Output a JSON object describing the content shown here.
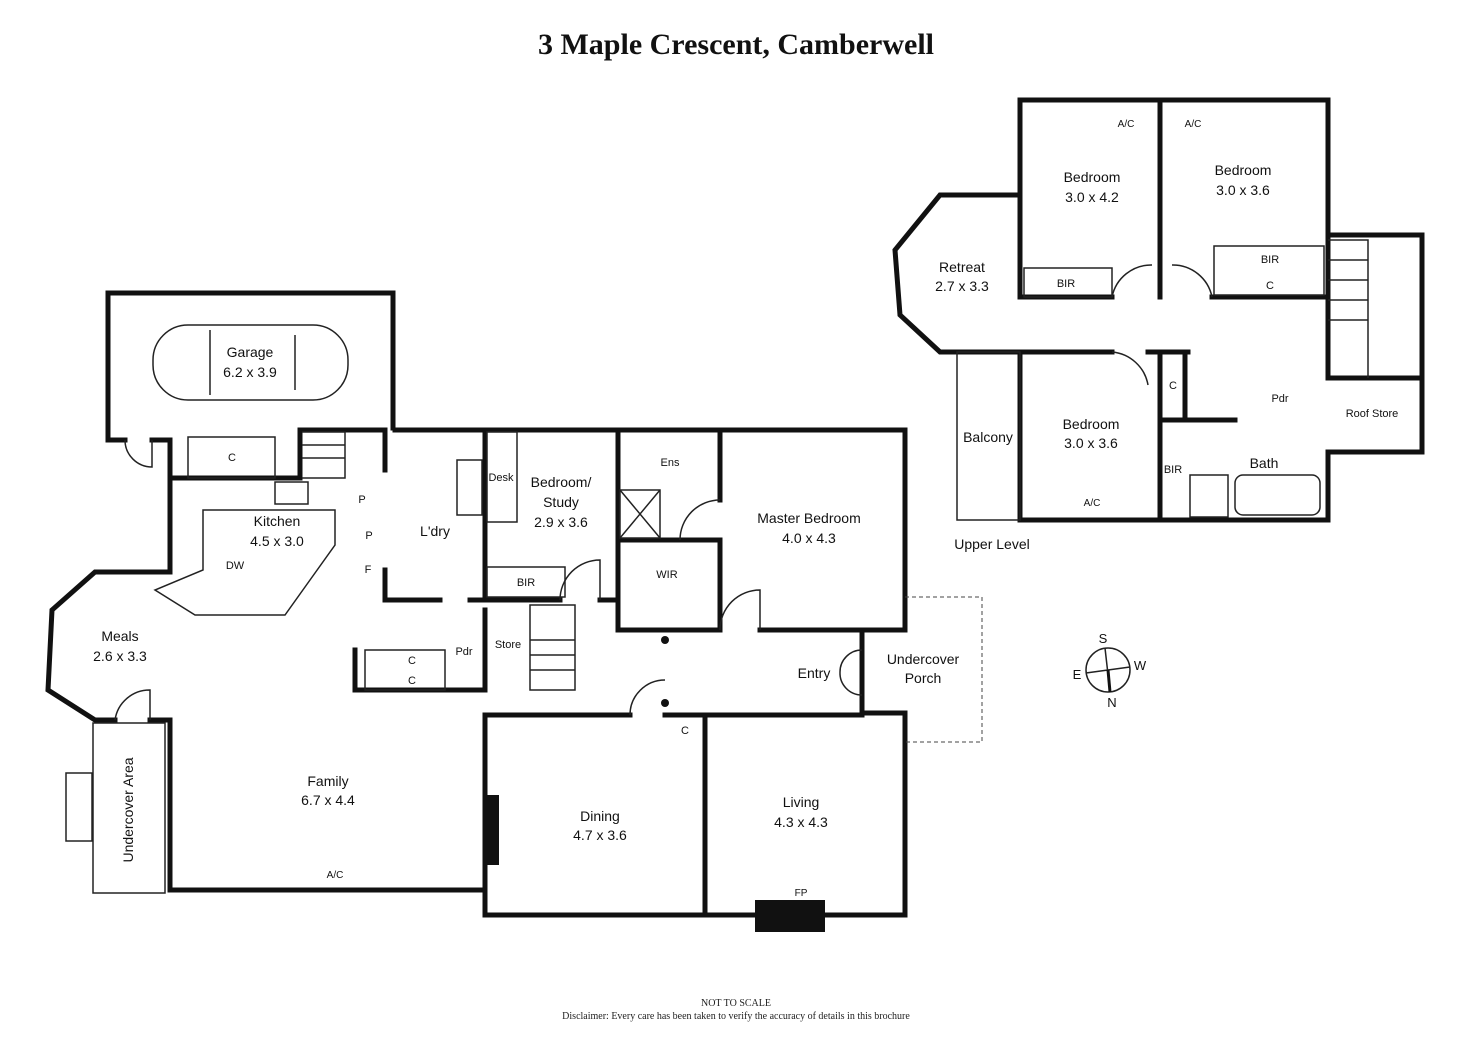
{
  "title": "3 Maple Crescent, Camberwell",
  "footer": {
    "scale": "NOT TO SCALE",
    "disclaimer": "Disclaimer: Every care has been taken to verify the accuracy of details in this brochure"
  },
  "ground": {
    "garage": {
      "name": "Garage",
      "size": "6.2 x 3.9"
    },
    "garage_cupboard": "C",
    "kitchen": {
      "name": "Kitchen",
      "size": "4.5 x 3.0"
    },
    "pantry1": "P",
    "pantry2": "P",
    "fridge": "F",
    "dishwasher": "DW",
    "laundry": "L'dry",
    "desk": "Desk",
    "study": {
      "name1": "Bedroom/",
      "name2": "Study",
      "size": "2.9 x 3.6"
    },
    "study_bir": "BIR",
    "ensuite": "Ens",
    "wir": "WIR",
    "master": {
      "name": "Master Bedroom",
      "size": "4.0 x 4.3"
    },
    "meals": {
      "name": "Meals",
      "size": "2.6 x 3.3"
    },
    "store": "Store",
    "powder": "Pdr",
    "linen1": "C",
    "linen2": "C",
    "entry": "Entry",
    "porch": {
      "name1": "Undercover",
      "name2": "Porch"
    },
    "hall_cupboard": "C",
    "family": {
      "name": "Family",
      "size": "6.7 x 4.4"
    },
    "family_ac": "A/C",
    "dining": {
      "name": "Dining",
      "size": "4.7 x 3.6"
    },
    "living": {
      "name": "Living",
      "size": "4.3 x 4.3"
    },
    "fireplace": "FP",
    "undercover_area": "Undercover Area"
  },
  "upper": {
    "label": "Upper Level",
    "bed1": {
      "name": "Bedroom",
      "size": "3.0 x 4.2"
    },
    "bed2": {
      "name": "Bedroom",
      "size": "3.0 x 3.6"
    },
    "bed3": {
      "name": "Bedroom",
      "size": "3.0 x 3.6"
    },
    "ac1": "A/C",
    "ac2": "A/C",
    "ac3": "A/C",
    "retreat": {
      "name": "Retreat",
      "size": "2.7 x 3.3"
    },
    "bir1": "BIR",
    "bir2": "BIR",
    "bir3": "BIR",
    "c1": "C",
    "c2": "C",
    "powder": "Pdr",
    "roof_store": "Roof Store",
    "balcony": "Balcony",
    "bath": "Bath"
  },
  "compass": {
    "s": "S",
    "w": "W",
    "e": "E",
    "n": "N"
  }
}
